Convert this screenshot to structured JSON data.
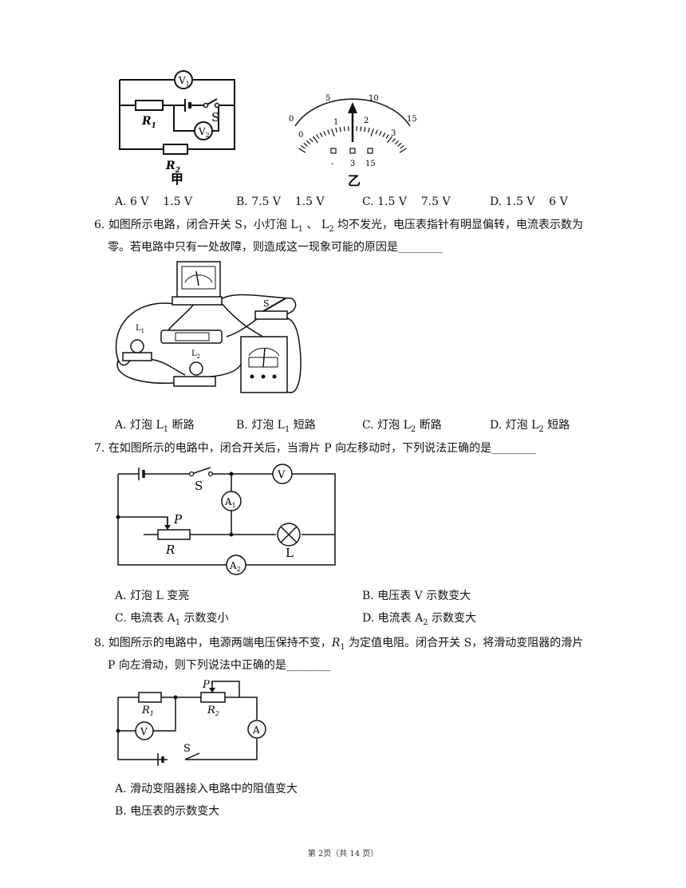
{
  "q5": {
    "fig_jia": {
      "labels": {
        "v1": "V",
        "v1_sub": "1",
        "r1": "R",
        "r1_sub": "1",
        "s": "S",
        "v2": "V",
        "v2_sub": "2",
        "r2": "R",
        "r2_sub": "2"
      },
      "caption": "甲"
    },
    "fig_yi": {
      "upper_scale": [
        "0",
        "5",
        "10",
        "15"
      ],
      "lower_scale": [
        "0",
        "1",
        "2",
        "3"
      ],
      "terminals": [
        "-",
        "3",
        "15"
      ],
      "caption": "乙"
    },
    "options": [
      {
        "letter": "A.",
        "text": "6 V    1.5 V"
      },
      {
        "letter": "B.",
        "text": "7.5 V    1.5 V"
      },
      {
        "letter": "C.",
        "text": "1.5 V    7.5 V"
      },
      {
        "letter": "D.",
        "text": "1.5 V    6 V"
      }
    ]
  },
  "q6": {
    "number": "6.",
    "text_line1": "如图所示电路，闭合开关 S，小灯泡 L",
    "sub1": "1",
    "text_mid": " 、 L",
    "sub2": "2",
    "text_line1_end": " 均不发光，电压表指针有明显偏转，电流表示数为",
    "text_line2": "零。若电路中只有一处故障，则造成这一现象可能的原因是________",
    "fig_labels": {
      "s": "S",
      "l1": "L",
      "l1_sub": "1",
      "l2": "L",
      "l2_sub": "2"
    },
    "options": [
      {
        "letter": "A.",
        "pre": "灯泡 L",
        "sub": "1",
        "post": " 断路"
      },
      {
        "letter": "B.",
        "pre": "灯泡 L",
        "sub": "1",
        "post": " 短路"
      },
      {
        "letter": "C.",
        "pre": "灯泡 L",
        "sub": "2",
        "post": " 断路"
      },
      {
        "letter": "D.",
        "pre": "灯泡 L",
        "sub": "2",
        "post": " 短路"
      }
    ]
  },
  "q7": {
    "number": "7.",
    "text": "在如图所示的电路中，闭合开关后，当滑片 P 向左移动时，下列说法正确的是________",
    "fig_labels": {
      "s": "S",
      "v": "V",
      "a1": "A",
      "a1_sub": "1",
      "p": "P",
      "r": "R",
      "l": "L",
      "a2": "A",
      "a2_sub": "2"
    },
    "options": [
      {
        "letter": "A.",
        "pre": "灯泡 L 变亮",
        "sub": "",
        "post": ""
      },
      {
        "letter": "B.",
        "pre": "电压表 V 示数变大",
        "sub": "",
        "post": ""
      },
      {
        "letter": "C.",
        "pre": "电流表 A",
        "sub": "1",
        "post": " 示数变小"
      },
      {
        "letter": "D.",
        "pre": "电流表 A",
        "sub": "2",
        "post": " 示数变大"
      }
    ]
  },
  "q8": {
    "number": "8.",
    "text_line1_pre": "如图所示的电路中，电源两端电压保持不变，",
    "r1": "R",
    "r1_sub": "1",
    "text_line1_post": " 为定值电阻。闭合开关 S，将滑动变阻器的滑片",
    "text_line2": "P 向左滑动，则下列说法中正确的是________",
    "fig_labels": {
      "p": "P",
      "r1": "R",
      "r1_sub": "1",
      "r2": "R",
      "r2_sub": "2",
      "v": "V",
      "a": "A",
      "s": "S"
    },
    "options": [
      {
        "letter": "A.",
        "text": "滑动变阻器接入电路中的阻值变大"
      },
      {
        "letter": "B.",
        "text": "电压表的示数变大"
      }
    ]
  },
  "footer": "第 2页（共 14 页）"
}
